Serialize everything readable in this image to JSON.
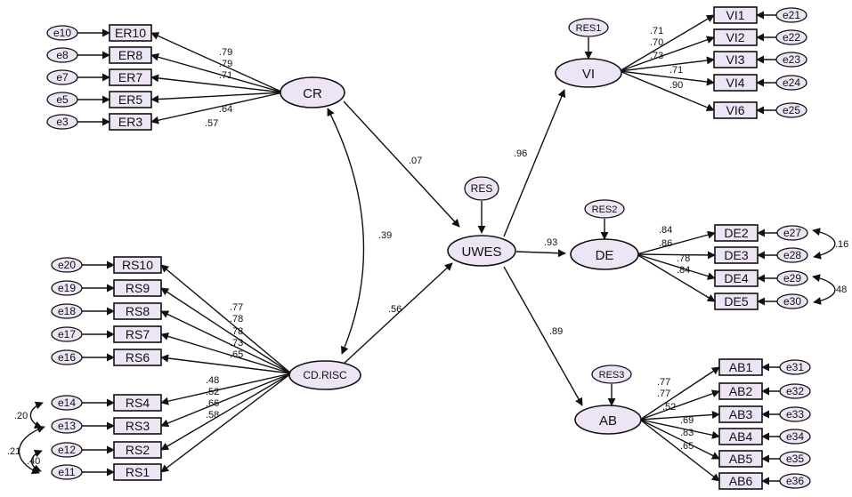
{
  "latents": {
    "CR": "CR",
    "CDRISC": "CD.RISC",
    "UWES": "UWES",
    "VI": "VI",
    "DE": "DE",
    "AB": "AB"
  },
  "residuals": {
    "RES": "RES",
    "RES1": "RES1",
    "RES2": "RES2",
    "RES3": "RES3"
  },
  "indicators": {
    "CR": [
      {
        "label": "ER10",
        "error": "e10",
        "loading": ".79"
      },
      {
        "label": "ER8",
        "error": "e8",
        "loading": ".79"
      },
      {
        "label": "ER7",
        "error": "e7",
        "loading": ".71"
      },
      {
        "label": "ER5",
        "error": "e5",
        "loading": ".64"
      },
      {
        "label": "ER3",
        "error": "e3",
        "loading": ".57"
      }
    ],
    "CDRISC": [
      {
        "label": "RS10",
        "error": "e20",
        "loading": ".77"
      },
      {
        "label": "RS9",
        "error": "e19",
        "loading": ".78"
      },
      {
        "label": "RS8",
        "error": "e18",
        "loading": ".78"
      },
      {
        "label": "RS7",
        "error": "e17",
        "loading": ".73"
      },
      {
        "label": "RS6",
        "error": "e16",
        "loading": ".65"
      },
      {
        "label": "RS4",
        "error": "e14",
        "loading": ".48"
      },
      {
        "label": "RS3",
        "error": "e13",
        "loading": ".52"
      },
      {
        "label": "RS2",
        "error": "e12",
        "loading": ".66"
      },
      {
        "label": "RS1",
        "error": "e11",
        "loading": ".58"
      }
    ],
    "VI": [
      {
        "label": "VI1",
        "error": "e21",
        "loading": ".71"
      },
      {
        "label": "VI2",
        "error": "e22",
        "loading": ".70"
      },
      {
        "label": "VI3",
        "error": "e23",
        "loading": ".73"
      },
      {
        "label": "VI4",
        "error": "e24",
        "loading": ".71"
      },
      {
        "label": "VI6",
        "error": "e25",
        "loading": ".90"
      }
    ],
    "DE": [
      {
        "label": "DE2",
        "error": "e27",
        "loading": ".84"
      },
      {
        "label": "DE3",
        "error": "e28",
        "loading": ".86"
      },
      {
        "label": "DE4",
        "error": "e29",
        "loading": ".78"
      },
      {
        "label": "DE5",
        "error": "e30",
        "loading": ".84"
      }
    ],
    "AB": [
      {
        "label": "AB1",
        "error": "e31",
        "loading": ".77"
      },
      {
        "label": "AB2",
        "error": "e32",
        "loading": ".77"
      },
      {
        "label": "AB3",
        "error": "e33",
        "loading": ".52"
      },
      {
        "label": "AB4",
        "error": "e34",
        "loading": ".69"
      },
      {
        "label": "AB5",
        "error": "e35",
        "loading": ".83"
      },
      {
        "label": "AB6",
        "error": "e36",
        "loading": ".65"
      }
    ]
  },
  "paths": {
    "cr_uwes": ".07",
    "cdrisc_uwes": ".56",
    "cr_cdrisc": ".39",
    "uwes_vi": ".96",
    "uwes_de": ".93",
    "uwes_ab": ".89"
  },
  "error_covariances": {
    "e14_e13": ".20",
    "e12_e11_outer": ".21",
    "e12_e11_inner": ".40",
    "e27_e28": ".16",
    "e29_e30": ".48"
  }
}
